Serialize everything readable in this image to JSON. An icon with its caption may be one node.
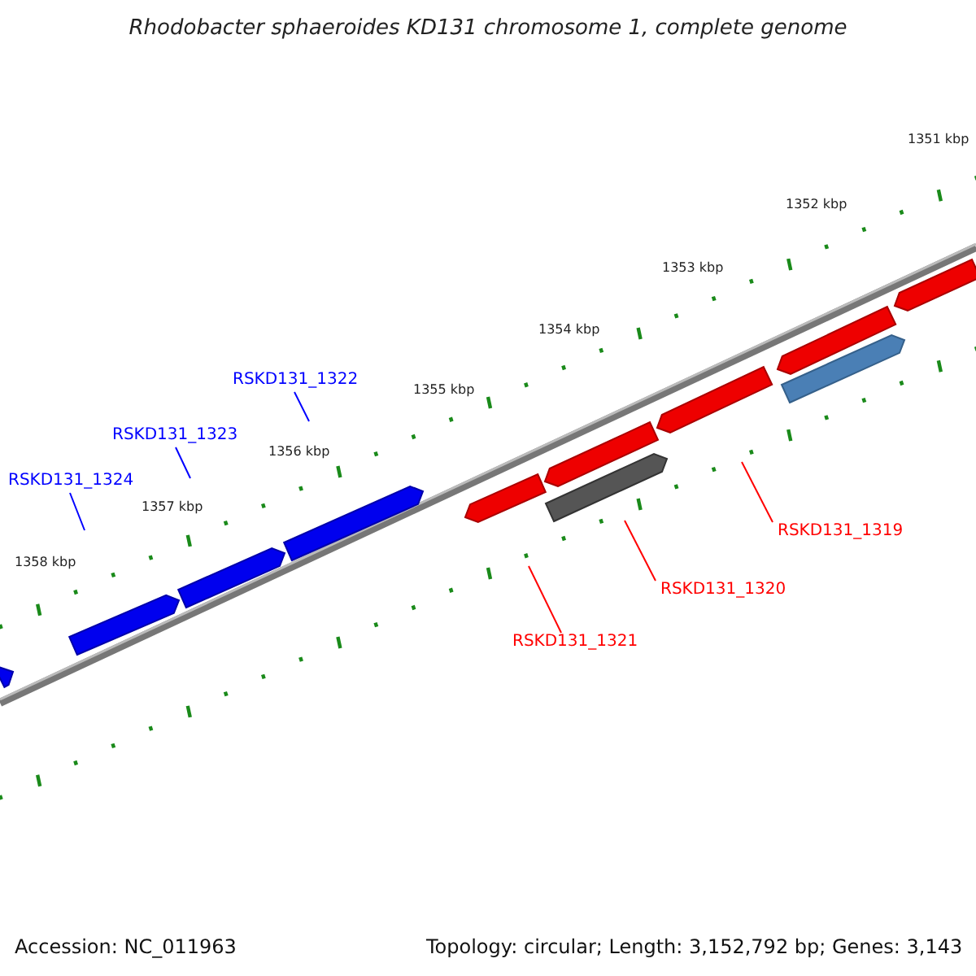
{
  "diagram": {
    "title": "Rhodobacter sphaeroides KD131 chromosome 1, complete genome",
    "nodes": [
      {
        "text": [
          "RSKD131_1322"
        ]
      },
      {
        "text": [
          "RSKD131_1323"
        ]
      },
      {
        "text": [
          "RSKD131_1324"
        ]
      },
      {
        "text": [
          "RSKD131_1319"
        ]
      },
      {
        "text": [
          "RSKD131_1320"
        ]
      },
      {
        "text": [
          "RSKD131_1321"
        ]
      }
    ],
    "edges": [
      {
        "from": 0,
        "to": null,
        "arrow": "none",
        "color": "#0000ff"
      },
      {
        "from": 1,
        "to": null,
        "arrow": "none",
        "color": "#0000ff"
      },
      {
        "from": 2,
        "to": null,
        "arrow": "none",
        "color": "#0000ff"
      },
      {
        "from": 3,
        "to": null,
        "arrow": "none",
        "color": "#ff0000"
      },
      {
        "from": 4,
        "to": null,
        "arrow": "none",
        "color": "#ff0000"
      },
      {
        "from": 5,
        "to": null,
        "arrow": "none",
        "color": "#ff0000"
      }
    ],
    "labels": [
      "1351 kbp",
      "1352 kbp",
      "1353 kbp",
      "1354 kbp",
      "1355 kbp",
      "1356 kbp",
      "1357 kbp",
      "1358 kbp",
      "Accession: NC_011963",
      "Topology: circular; Length: 3,152,792 bp; Genes: 3,143"
    ]
  }
}
